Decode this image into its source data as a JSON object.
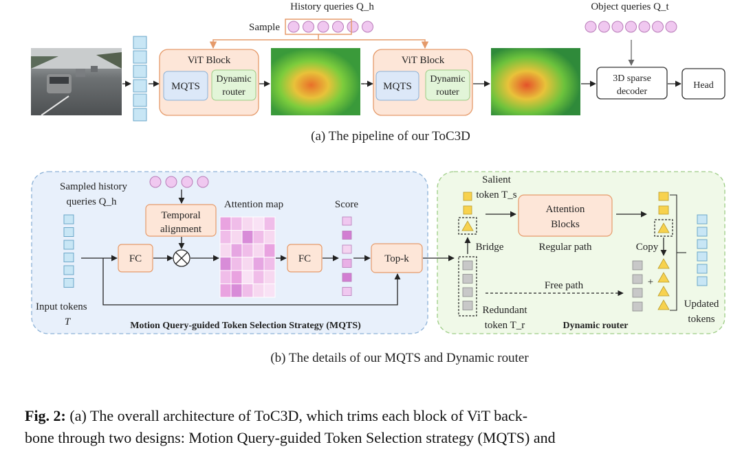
{
  "part_a": {
    "history_queries_label": "History queries Q_h",
    "sample_label": "Sample",
    "object_queries_label": "Object queries Q_t",
    "vit_block_label": "ViT Block",
    "mqts_label": "MQTS",
    "dynamic_router_line1": "Dynamic",
    "dynamic_router_line2": "router",
    "ellipsis": "···",
    "decoder_line1": "3D sparse",
    "decoder_line2": "decoder",
    "head_label": "Head",
    "caption": "(a) The pipeline of our ToC3D"
  },
  "part_b": {
    "sampled_history_line1": "Sampled history",
    "sampled_history_line2": "queries Q_h",
    "temporal_line1": "Temporal",
    "temporal_line2": "alignment",
    "attention_map_label": "Attention map",
    "score_label": "Score",
    "fc_label": "FC",
    "topk_label": "Top-k",
    "input_tokens_line1": "Input tokens",
    "input_tokens_line2": "T",
    "mqts_title": "Motion Query-guided Token Selection Strategy (MQTS)",
    "salient_line1": "Salient",
    "salient_line2": "token T_s",
    "attention_blocks_line1": "Attention",
    "attention_blocks_line2": "Blocks",
    "regular_path_label": "Regular path",
    "bridge_label": "Bridge",
    "copy_label": "Copy",
    "free_path_label": "Free path",
    "plus_sign": "+",
    "redundant_line1": "Redundant",
    "redundant_line2": "token T_r",
    "dynamic_router_title": "Dynamic router",
    "updated_line1": "Updated",
    "updated_line2": "tokens",
    "caption": "(b) The details of our MQTS and Dynamic router"
  },
  "figure_caption": {
    "fig_label": "Fig. 2:",
    "line1": "(a) The overall architecture of ToC3D, which trims each block of ViT back-",
    "line2": "bone through two designs: Motion Query-guided Token Selection strategy (MQTS) and"
  },
  "colors": {
    "token_blue": "#c8e6f5",
    "query_purple": "#f0c8f0",
    "vit_block_fill": "#fde6d8",
    "mqts_fill": "#dce8f8",
    "router_fill": "#e2f5d8",
    "mqts_panel": "#e8f0fb",
    "router_panel": "#f0f9e8",
    "salient_yellow": "#f7d24e",
    "redundant_gray": "#c8c8c8"
  },
  "icons": {
    "camera_frame": "road-camera-image",
    "heatmap_frame": "attention-heatmap-image",
    "multiply": "multiply-circle-icon"
  }
}
